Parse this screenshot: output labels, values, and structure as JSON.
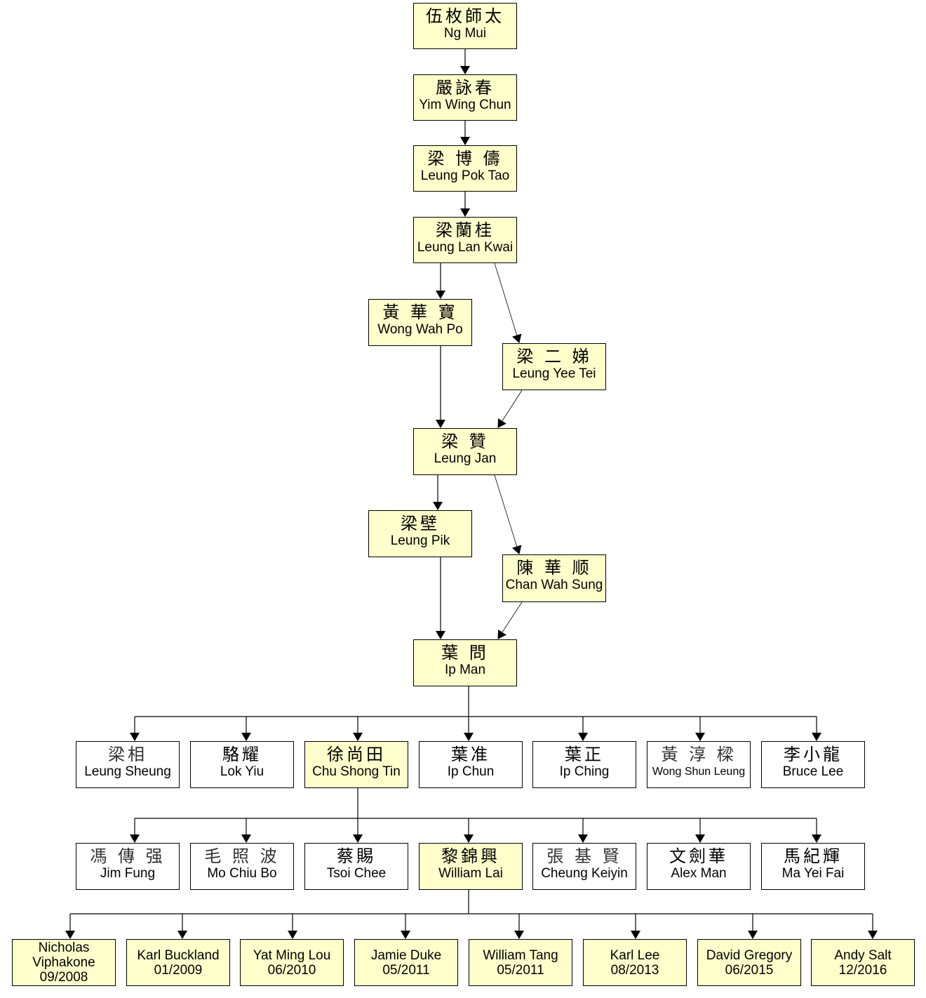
{
  "lineage": [
    {
      "cn": "伍枚師太",
      "en": "Ng Mui"
    },
    {
      "cn": "嚴詠春",
      "en": "Yim Wing Chun"
    },
    {
      "cn": "梁 博 儔",
      "en": "Leung Pok Tao"
    },
    {
      "cn": "梁蘭桂",
      "en": "Leung Lan Kwai"
    },
    {
      "cn": "黃 華 寶",
      "en": "Wong Wah Po"
    },
    {
      "cn": "梁 二 娣",
      "en": "Leung Yee Tei"
    },
    {
      "cn": "梁 贊",
      "en": "Leung Jan"
    },
    {
      "cn": "梁壁",
      "en": "Leung Pik"
    },
    {
      "cn": "陳 華 顺",
      "en": "Chan Wah Sung"
    },
    {
      "cn": "葉 問",
      "en": "Ip Man"
    }
  ],
  "ip_man_students": [
    {
      "cn": "梁相",
      "en": "Leung Sheung"
    },
    {
      "cn": "駱耀",
      "en": "Lok Yiu"
    },
    {
      "cn": "徐尚田",
      "en": "Chu Shong Tin"
    },
    {
      "cn": "葉准",
      "en": "Ip Chun"
    },
    {
      "cn": "葉正",
      "en": "Ip Ching"
    },
    {
      "cn": "黃 淳 樑",
      "en": "Wong Shun Leung"
    },
    {
      "cn": "李小龍",
      "en": "Bruce Lee"
    }
  ],
  "chu_shong_tin_students": [
    {
      "cn": "馮 傳 强",
      "en": "Jim Fung"
    },
    {
      "cn": "毛 照 波",
      "en": "Mo Chiu Bo"
    },
    {
      "cn": "蔡賜",
      "en": "Tsoi Chee"
    },
    {
      "cn": "黎錦興",
      "en": "William Lai"
    },
    {
      "cn": "張 基 賢",
      "en": "Cheung Keiyin"
    },
    {
      "cn": "文劍華",
      "en": "Alex Man"
    },
    {
      "cn": "馬紀輝",
      "en": "Ma Yei Fai"
    }
  ],
  "william_lai_students": [
    {
      "lines": [
        "Nicholas",
        "Viphakone",
        "09/2008"
      ]
    },
    {
      "lines": [
        "Karl Buckland",
        "01/2009"
      ]
    },
    {
      "lines": [
        "Yat Ming Lou",
        "06/2010"
      ]
    },
    {
      "lines": [
        "Jamie Duke",
        "05/2011"
      ]
    },
    {
      "lines": [
        "William Tang",
        "05/2011"
      ]
    },
    {
      "lines": [
        "Karl Lee",
        "08/2013"
      ]
    },
    {
      "lines": [
        "David Gregory",
        "06/2015"
      ]
    },
    {
      "lines": [
        "Andy Salt",
        "12/2016"
      ]
    }
  ],
  "colors": {
    "highlight": "#ffffcc",
    "plain": "#ffffff",
    "line": "#000000"
  }
}
